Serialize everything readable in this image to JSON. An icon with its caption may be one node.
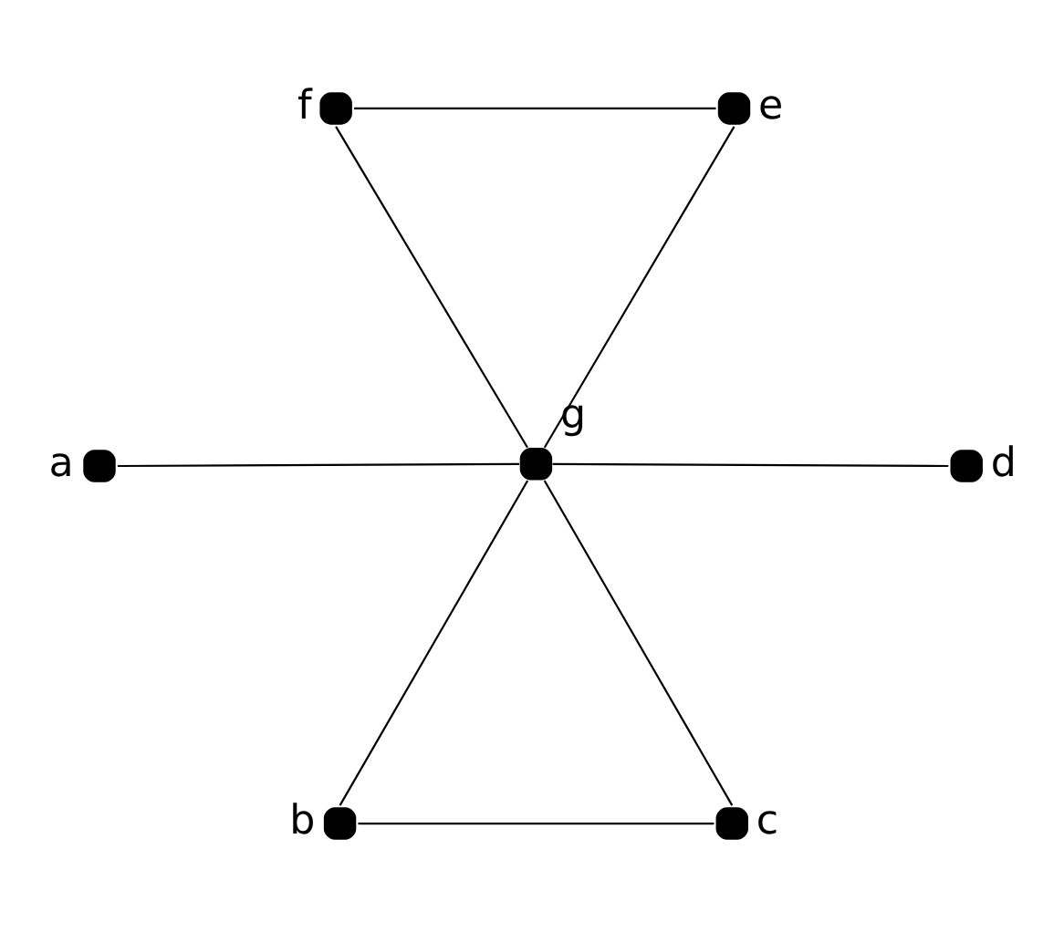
{
  "diagram": {
    "nodes": [
      {
        "text": [],
        "shape": "circle",
        "beside": [
          "f"
        ]
      },
      {
        "text": [],
        "shape": "circle",
        "beside": [
          "e"
        ]
      },
      {
        "text": [],
        "shape": "circle",
        "beside": [
          "a"
        ]
      },
      {
        "text": [],
        "shape": "circle",
        "beside": [
          "g"
        ]
      },
      {
        "text": [],
        "shape": "circle",
        "beside": [
          "d"
        ]
      },
      {
        "text": [],
        "shape": "circle",
        "beside": [
          "b"
        ]
      },
      {
        "text": [],
        "shape": "circle",
        "beside": [
          "c"
        ]
      }
    ],
    "edges": [
      {
        "from": 0,
        "to": 1,
        "arrow": "none"
      },
      {
        "from": 0,
        "to": 3,
        "arrow": "none"
      },
      {
        "from": 1,
        "to": 3,
        "arrow": "none"
      },
      {
        "from": 2,
        "to": 3,
        "arrow": "none"
      },
      {
        "from": 3,
        "to": 4,
        "arrow": "none"
      },
      {
        "from": 3,
        "to": 5,
        "arrow": "none"
      },
      {
        "from": 3,
        "to": 6,
        "arrow": "none"
      },
      {
        "from": 5,
        "to": 6,
        "arrow": "none"
      }
    ]
  }
}
